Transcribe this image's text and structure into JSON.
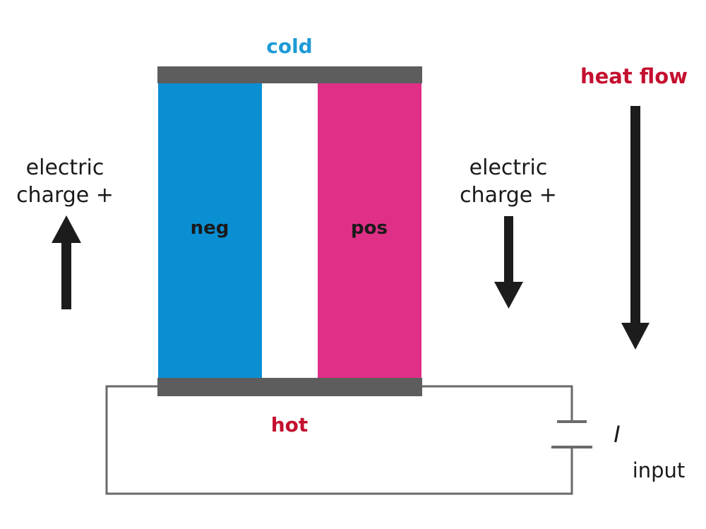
{
  "labels": {
    "cold": "cold",
    "hot": "hot",
    "neg": "neg",
    "pos": "pos",
    "heat_flow": "heat flow",
    "current_symbol": "I",
    "input": "input",
    "left_charge": {
      "line1": "electric",
      "line2": "charge +"
    },
    "right_charge": {
      "line1": "electric",
      "line2": "charge +"
    }
  },
  "colors": {
    "cold_label": "#1e9ad6",
    "hot_label": "#c4102f",
    "heat_flow_label": "#c4102f",
    "neg_leg": "#0b8fd3",
    "pos_leg": "#df2f86",
    "plate": "#5c5d5c",
    "wire": "#6a6a6a",
    "arrow": "#1c1c1c",
    "text": "#1a1a1a"
  },
  "arrows": {
    "left_charge": "up",
    "right_charge": "down",
    "heat_flow": "down"
  }
}
